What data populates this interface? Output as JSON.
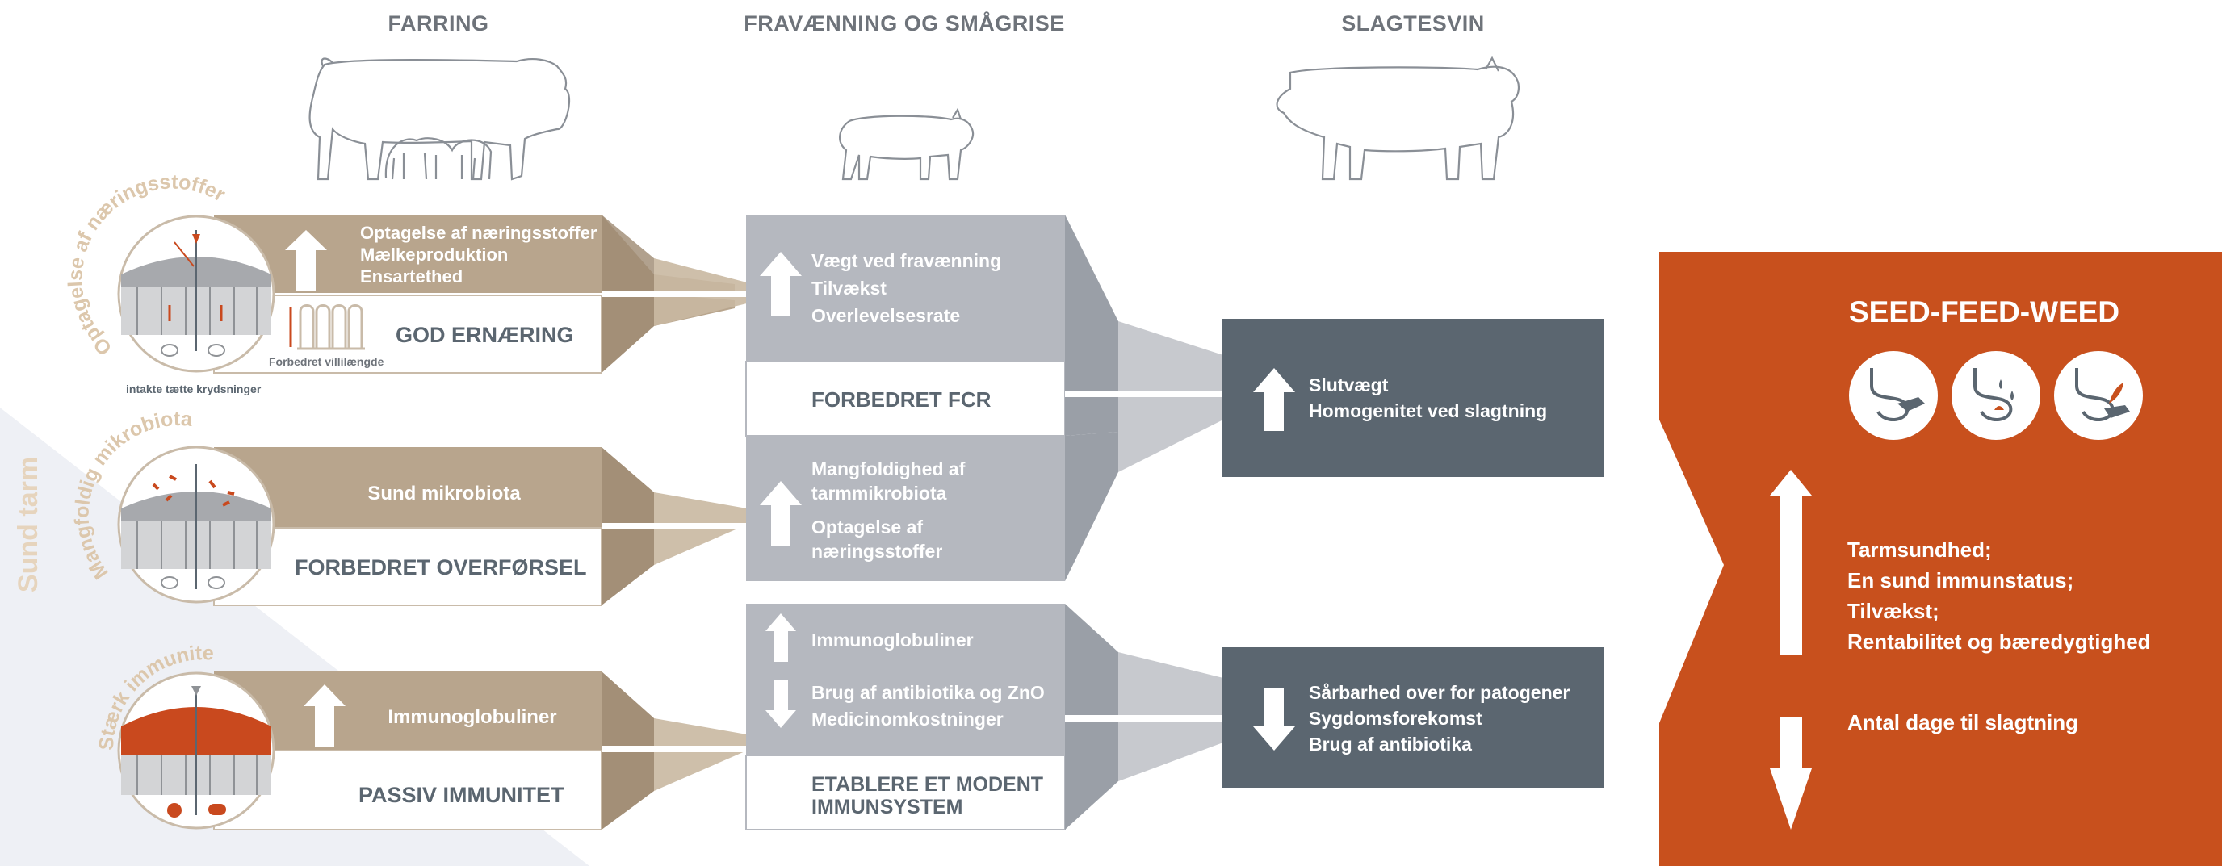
{
  "columns": {
    "farring": "FARRING",
    "fravaenning": "FRAVÆNNING OG SMÅGRISE",
    "slagtesvin": "SLAGTESVIN"
  },
  "side_label": "Sund tarm",
  "rows": {
    "row1": {
      "arc_label": "Optagelse af næringsstoffer",
      "up_lines": [
        "Optagelse af næringsstoffer",
        "Mælkeproduktion",
        "Ensartethed"
      ],
      "title": "GOD ERNÆRING",
      "villi_label": "Forbedret villilængde",
      "junction_label": "intakte tætte krydsninger"
    },
    "row2": {
      "arc_label": "Mangfoldig mikrobiota",
      "top_text": "Sund mikrobiota",
      "title": "FORBEDRET OVERFØRSEL"
    },
    "row3": {
      "arc_label": "Stærk immunitet",
      "top_text": "Immunoglobuliner",
      "title": "PASSIV IMMUNITET"
    }
  },
  "middle": {
    "box1": {
      "up_lines": [
        "Vægt ved fravænning",
        "Tilvækst",
        "Overlevelsesrate"
      ],
      "title": "FORBEDRET FCR"
    },
    "box2": {
      "up_lines": [
        "Mangfoldighed af",
        "tarmmikrobiota",
        "Optagelse af",
        "næringsstoffer"
      ]
    },
    "box3": {
      "up_text": "Immunoglobuliner",
      "down_lines": [
        "Brug af antibiotika og ZnO",
        "Medicinomkostninger"
      ],
      "title_lines": [
        "ETABLERE ET MODENT",
        "IMMUNSYSTEM"
      ]
    }
  },
  "right": {
    "up_box": [
      "Slutvægt",
      "Homogenitet ved slagtning"
    ],
    "down_box": [
      "Sårbarhed over for patogener",
      "Sygdomsforekomst",
      "Brug af antibiotika"
    ]
  },
  "final": {
    "title": "SEED-FEED-WEED",
    "icons": [
      "stomach-hand-icon",
      "stomach-drops-icon",
      "stomach-plant-icon"
    ],
    "up_lines": [
      "Tarmsundhed;",
      "En sund immunstatus;",
      "Tilvækst;",
      "Rentabilitet og bæredygtighed"
    ],
    "down_text": "Antal dage til slagtning"
  },
  "colors": {
    "tan": "#b8a58d",
    "gray_box": "#b5b8bf",
    "gray_dark_funnel": "#9a9fa7",
    "slate": "#5b6670",
    "orange": "#c8501d",
    "header_text": "#6e737a",
    "tissue_red": "#c9491e"
  }
}
